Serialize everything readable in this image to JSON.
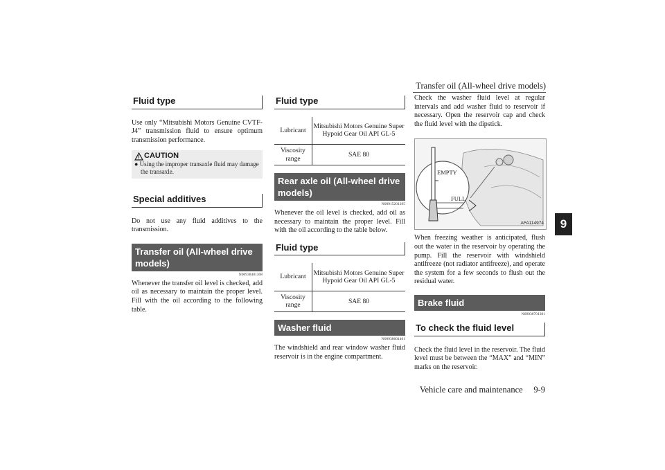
{
  "header": {
    "title": "Transfer oil (All-wheel drive models)",
    "chapter": "9"
  },
  "footer": {
    "section": "Vehicle care and maintenance",
    "page": "9-9"
  },
  "col1": {
    "fluid_type_heading": "Fluid type",
    "fluid_type_text": "Use only “Mitsubishi Motors Genuine CVTF-J4” transmission fluid to ensure optimum transmission performance.",
    "caution_label": "CAUTION",
    "caution_text": "● Using the improper transaxle fluid may damage the transaxle.",
    "special_heading": "Special additives",
    "special_text": "Do not use any fluid additives to the transmission.",
    "transfer_heading": "Transfer oil (All-wheel drive models)",
    "transfer_code": "N00938401308",
    "transfer_text": "Whenever the transfer oil level is checked, add oil as necessary to maintain the proper level. Fill with the oil according to the following table."
  },
  "col2": {
    "fluid_type_heading": "Fluid type",
    "table1": [
      {
        "key": "Lubricant",
        "value": "Mitsubishi Motors Genuine Super Hypoid Gear Oil API GL-5"
      },
      {
        "key": "Viscosity range",
        "value": "SAE 80"
      }
    ],
    "rear_axle_heading": "Rear axle oil (All-wheel drive models)",
    "rear_axle_code": "N00915201295",
    "rear_axle_text": "Whenever the oil level is checked, add oil as necessary to maintain the proper level. Fill with the oil according to the table below.",
    "fluid_type_heading_2": "Fluid type",
    "table2": [
      {
        "key": "Lubricant",
        "value": "Mitsubishi Motors Genuine Super Hypoid Gear Oil API GL-5"
      },
      {
        "key": "Viscosity range",
        "value": "SAE 80"
      }
    ],
    "washer_heading": "Washer fluid",
    "washer_code": "N00938601401",
    "washer_text": "The windshield and rear window washer fluid reservoir is in the engine compartment."
  },
  "col3": {
    "washer_check_text": "Check the washer fluid level at regular intervals and add washer fluid to reservoir if necessary. Open the reservoir cap and check the fluid level with the dipstick.",
    "illus_empty": "EMPTY",
    "illus_full": "FULL",
    "illus_code": "AFA114974",
    "freezing_text": "When freezing weather is anticipated, flush out the water in the reservoir by operating the pump. Fill the reservoir with windshield antifreeze (not radiator antifreeze), and operate the system for a few seconds to flush out the residual water.",
    "brake_heading": "Brake fluid",
    "brake_code": "N00938701301",
    "check_heading": "To check the fluid level",
    "check_text": "Check the fluid level in the reservoir. The fluid level must be between the “MAX” and “MIN” marks on the reservoir."
  }
}
